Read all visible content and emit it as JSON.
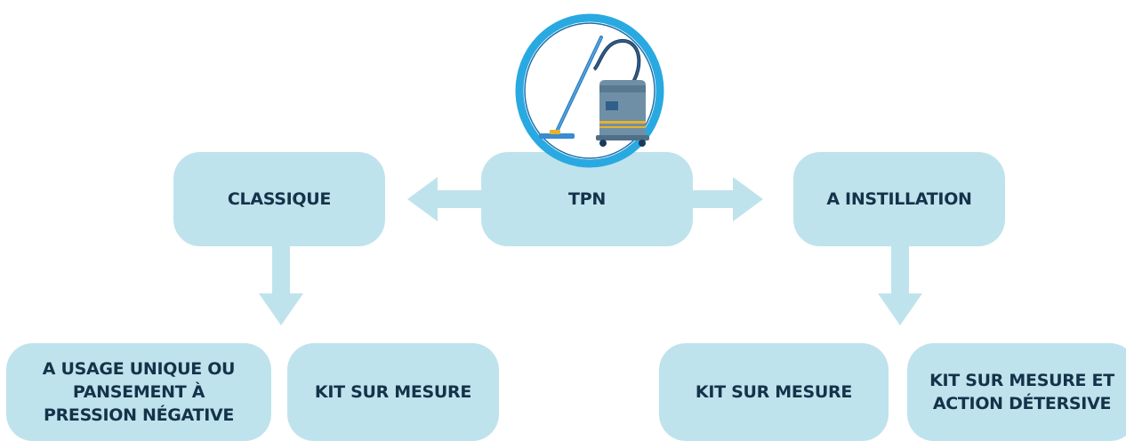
{
  "diagram": {
    "root": {
      "label": "TPN"
    },
    "left": {
      "label": "CLASSIQUE"
    },
    "right": {
      "label": "A INSTILLATION"
    },
    "children": [
      {
        "label": "A USAGE UNIQUE OU PANSEMENT À PRESSION NÉGATIVE"
      },
      {
        "label": "KIT SUR MESURE"
      },
      {
        "label": "KIT SUR MESURE"
      },
      {
        "label": "KIT SUR MESURE ET ACTION DÉTERSIVE"
      }
    ]
  },
  "logo_icon": "vacuum-cleaner-icon",
  "colors": {
    "box": "#bfe3ec",
    "text": "#14334a",
    "ring": "#29a9e1"
  }
}
